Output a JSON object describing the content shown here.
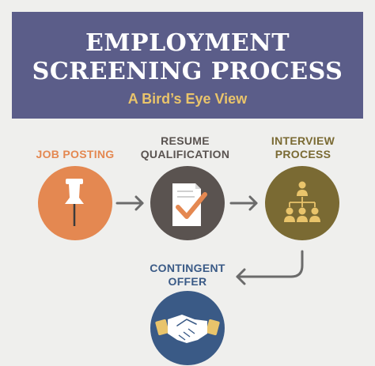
{
  "header": {
    "title_line1": "EMPLOYMENT",
    "title_line2": "SCREENING PROCESS",
    "subtitle": "A Bird’s Eye View"
  },
  "steps": [
    {
      "label": "JOB POSTING",
      "icon": "pushpin-icon",
      "color": "#e48851",
      "label_color": "#e48851"
    },
    {
      "label_line1": "RESUME",
      "label_line2": "QUALIFICATION",
      "icon": "checklist-icon",
      "color": "#5a5350",
      "label_color": "#5a5350"
    },
    {
      "label_line1": "INTERVIEW",
      "label_line2": "PROCESS",
      "icon": "org-chart-icon",
      "color": "#7a6a33",
      "label_color": "#7a6a33"
    },
    {
      "label_line1": "CONTINGENT",
      "label_line2": "OFFER",
      "icon": "handshake-icon",
      "color": "#3a5a86",
      "label_color": "#3a5a86"
    }
  ],
  "colors": {
    "banner": "#5b5d89",
    "subtitle": "#e9c46b",
    "background": "#efefed",
    "arrow": "#6b6b6b"
  }
}
